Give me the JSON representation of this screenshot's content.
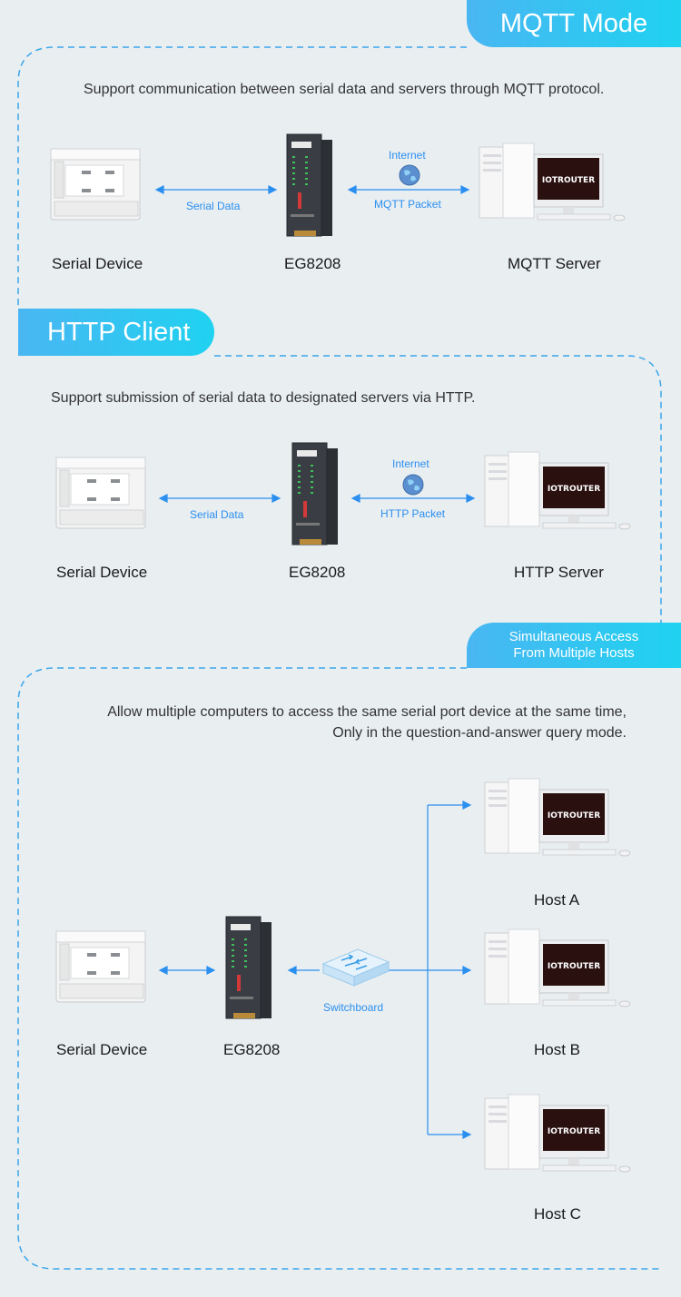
{
  "sections": {
    "mqtt": {
      "title": "MQTT Mode",
      "description": "Support communication between serial data and servers through MQTT protocol.",
      "serial_data": "Serial Data",
      "internet": "Internet",
      "packet": "MQTT Packet",
      "left_device": "Serial Device",
      "gateway": "EG8208",
      "server": "MQTT Server"
    },
    "http": {
      "title": "HTTP Client",
      "description": "Support submission of serial data to designated servers via HTTP.",
      "serial_data": "Serial Data",
      "internet": "Internet",
      "packet": "HTTP Packet",
      "left_device": "Serial Device",
      "gateway": "EG8208",
      "server": "HTTP Server"
    },
    "multi": {
      "title_line1": "Simultaneous Access",
      "title_line2": "From Multiple Hosts",
      "description_line1": "Allow multiple computers to access the same serial port device at the same time,",
      "description_line2": "Only in the question-and-answer query mode.",
      "left_device": "Serial Device",
      "gateway": "EG8208",
      "switch": "Switchboard",
      "host_a": "Host A",
      "host_b": "Host B",
      "host_c": "Host C"
    }
  },
  "brand": {
    "monitor_logo": "IOTROUTER",
    "device_label": "EG8208"
  },
  "colors": {
    "accent": "#2a8ff0",
    "tab_start": "#49b6f2",
    "tab_end": "#1fd2f0",
    "background": "#e9eef1"
  }
}
